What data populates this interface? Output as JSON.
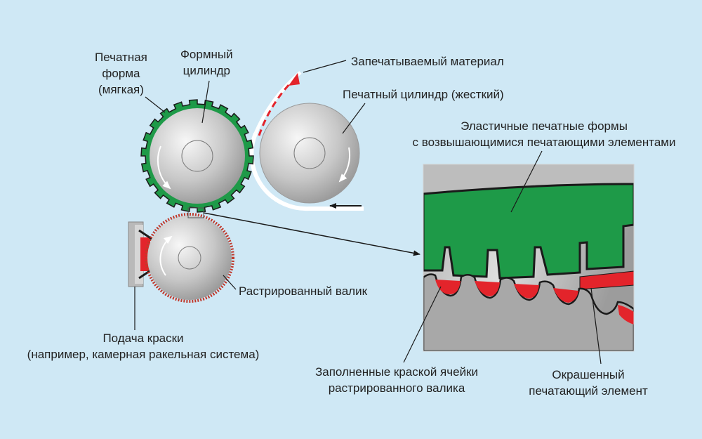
{
  "labels": {
    "plate_soft": [
      "Печатная",
      "форма",
      "(мягкая)"
    ],
    "plate_cylinder": [
      "Формный",
      "цилиндр"
    ],
    "substrate": "Запечатываемый материал",
    "impression_cylinder": "Печатный цилиндр (жесткий)",
    "elastic_plates": [
      "Эластичные печатные формы",
      "с возвышающимися печатающими элементами"
    ],
    "anilox": "Растрированный валик",
    "ink_supply": [
      "Подача краски",
      "(например, камерная ракельная система)"
    ],
    "filled_cells": [
      "Заполненные краской ячейки",
      "растрированного валика"
    ],
    "inked_element": [
      "Окрашенный",
      "печатающий элемент"
    ]
  },
  "colors": {
    "background": "#cfe8f5",
    "plate_green": "#1e9a48",
    "ink_red": "#e3242b",
    "metal_light": "#eeeeee",
    "metal_dark": "#9a9a9a",
    "outline": "#1a1a1a"
  }
}
